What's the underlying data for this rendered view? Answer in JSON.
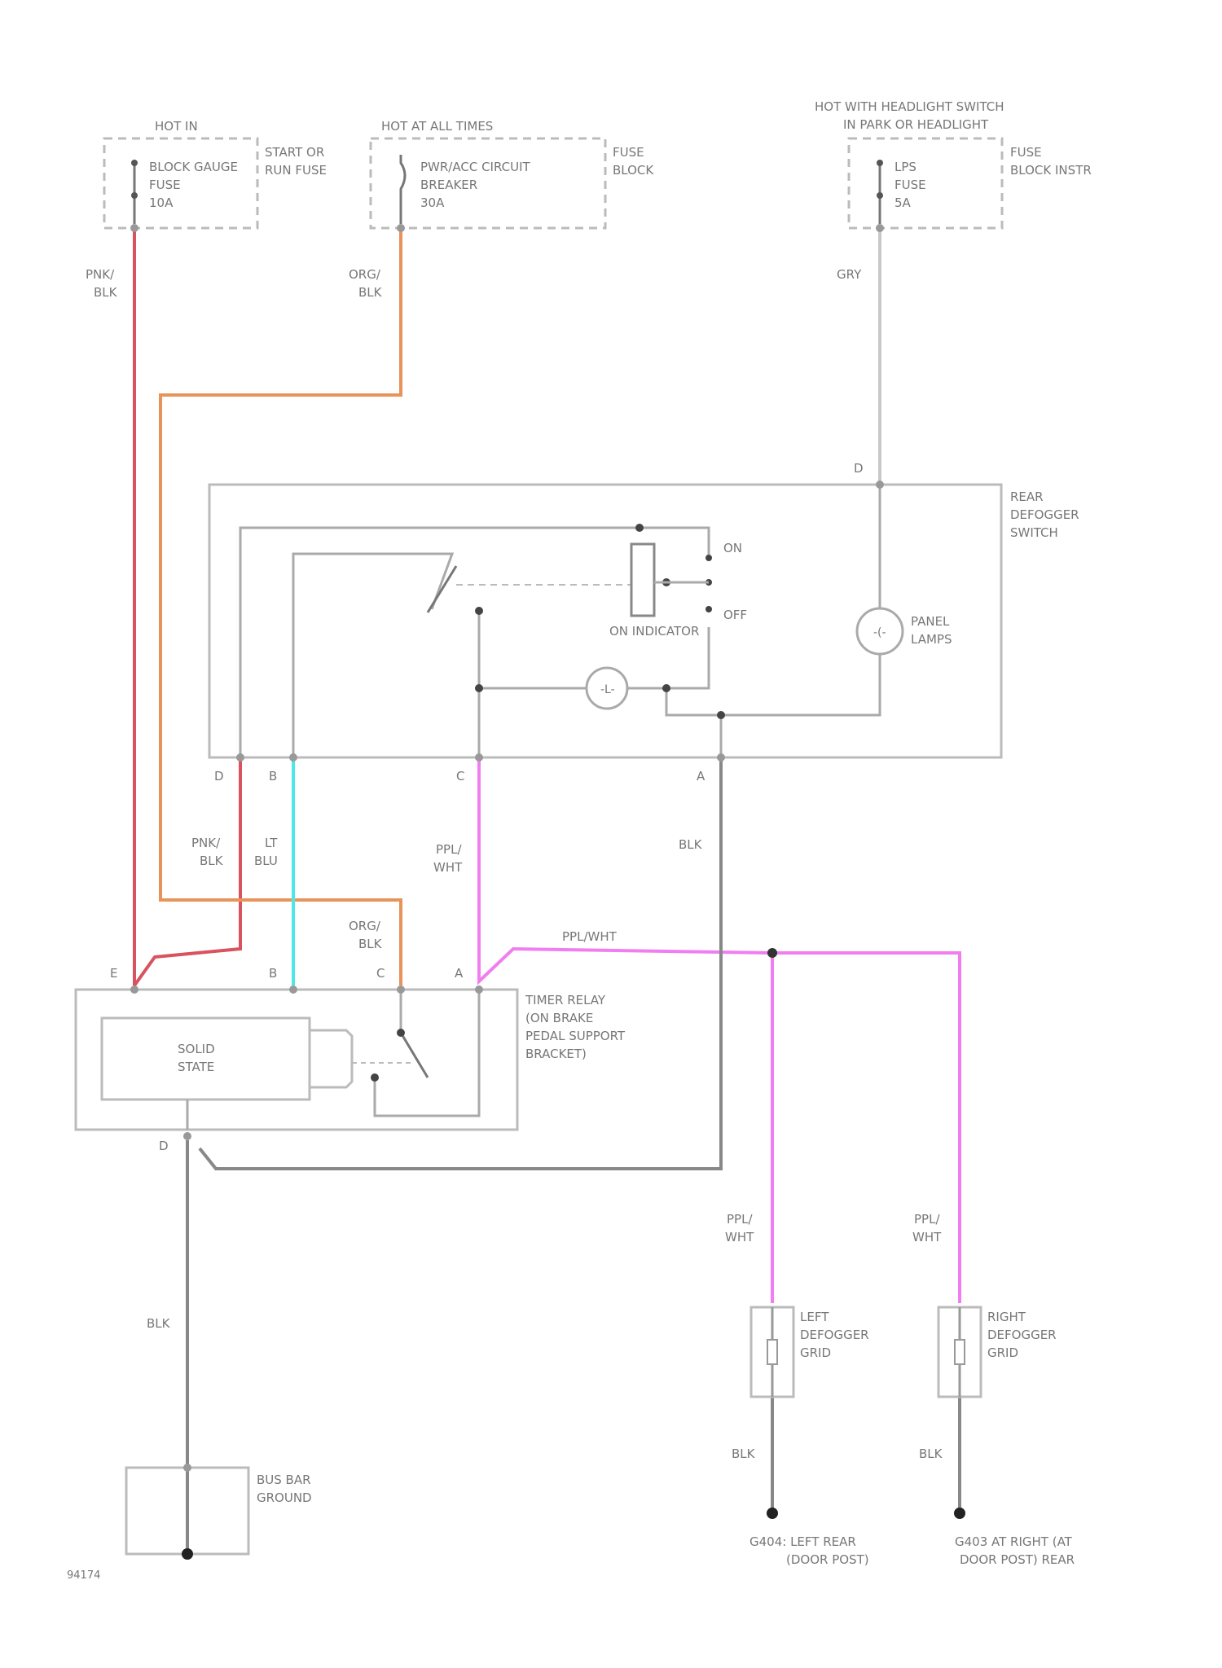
{
  "colors": {
    "pnk_blk": "#d9535f",
    "org_blk": "#e8935a",
    "gry": "#c8c8c8",
    "lt_blu": "#4fe6e6",
    "ppl_wht": "#f07ef0",
    "blk": "#888888",
    "frame": "#bbbbbb"
  },
  "sources": {
    "hot_in": "HOT IN",
    "hot_at_all_times": "HOT AT ALL TIMES",
    "hot_with_headlight": [
      "HOT WITH HEADLIGHT SWITCH",
      "IN PARK OR HEADLIGHT"
    ]
  },
  "fuses": {
    "fuse1_label": [
      "BLOCK GAUGE",
      "FUSE",
      "10A"
    ],
    "fuse1_side": [
      "START OR",
      "RUN FUSE"
    ],
    "breaker_label": [
      "PWR/ACC CIRCUIT",
      "BREAKER",
      "30A"
    ],
    "breaker_side": [
      "FUSE",
      "BLOCK"
    ],
    "fuse3_label": [
      "LPS",
      "FUSE",
      "5A"
    ],
    "fuse3_side": [
      "FUSE",
      "BLOCK INSTR"
    ]
  },
  "wires": {
    "pnk_blk": [
      "PNK/",
      "BLK"
    ],
    "org_blk": [
      "ORG/",
      "BLK"
    ],
    "gry": "GRY",
    "lt_blu": [
      "LT",
      "BLU"
    ],
    "ppl_wht": [
      "PPL/",
      "WHT"
    ],
    "ppl_wht_inline": "PPL/WHT",
    "blk": "BLK"
  },
  "switch": {
    "name": [
      "REAR",
      "DEFOGGER",
      "SWITCH"
    ],
    "on": "ON",
    "off": "OFF",
    "indicator": "ON INDICATOR",
    "panel_lamps": [
      "PANEL",
      "LAMPS"
    ],
    "pins": {
      "d_top": "D",
      "d": "D",
      "b": "B",
      "c": "C",
      "a": "A"
    }
  },
  "relay": {
    "name": [
      "TIMER RELAY",
      "(ON BRAKE",
      "PEDAL SUPPORT",
      "BRACKET)"
    ],
    "solid_state": [
      "SOLID",
      "STATE"
    ],
    "pins": {
      "e": "E",
      "b": "B",
      "c": "C",
      "a": "A",
      "d": "D"
    }
  },
  "grids": {
    "left": [
      "LEFT",
      "DEFOGGER",
      "GRID"
    ],
    "right": [
      "RIGHT",
      "DEFOGGER",
      "GRID"
    ]
  },
  "grounds": {
    "bus_bar": [
      "BUS BAR",
      "GROUND"
    ],
    "left": [
      "G404: LEFT REAR",
      "(DOOR POST)"
    ],
    "right": [
      "G403 AT RIGHT (AT",
      "DOOR POST) REAR"
    ]
  },
  "footer_code": "94174"
}
